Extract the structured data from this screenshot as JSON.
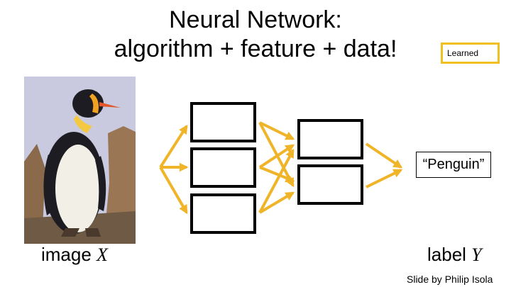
{
  "title": {
    "line1": "Neural Network:",
    "line2": "algorithm + feature + data!"
  },
  "legend": {
    "learned_label": "Learned",
    "highlight_color": "#f0c020"
  },
  "input": {
    "label_text": "image ",
    "label_var": "X"
  },
  "output": {
    "prediction": "“Penguin”",
    "label_text": "label ",
    "label_var": "Y"
  },
  "credit": "Slide by Philip Isola",
  "colors": {
    "arrow": "#f0b428",
    "box_border": "#000000"
  }
}
